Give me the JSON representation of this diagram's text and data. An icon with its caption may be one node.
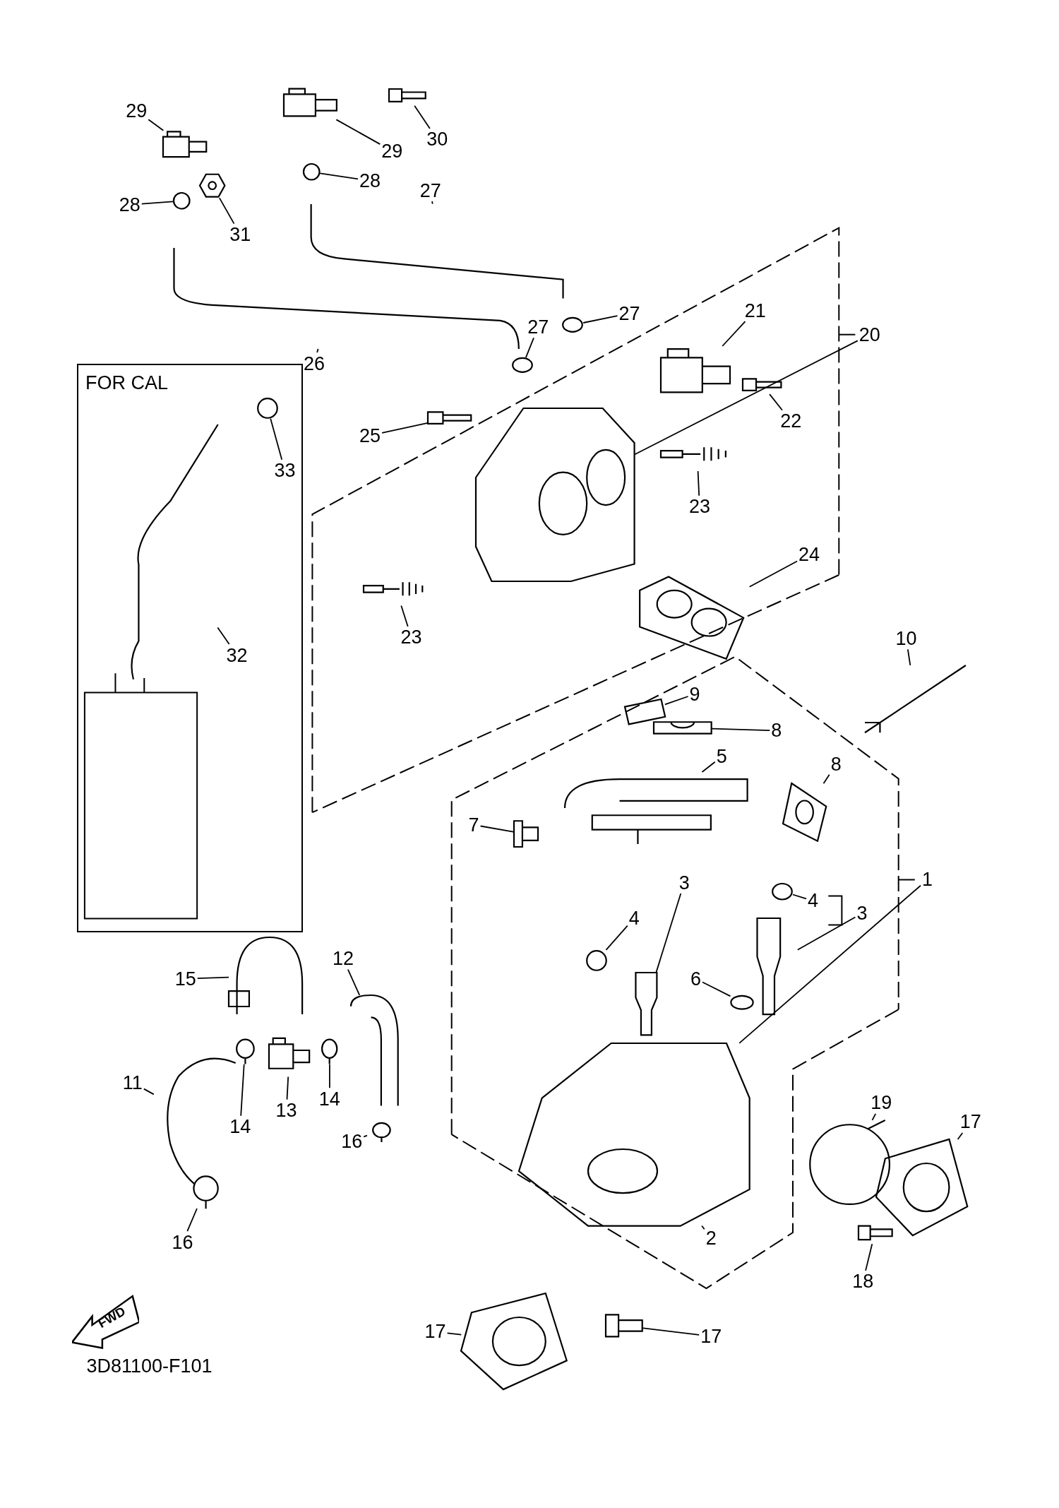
{
  "diagram": {
    "nodes": [
      {
        "text": [
          "29"
        ]
      },
      {
        "text": [],
        "shape": "picture"
      },
      {
        "text": [
          "29"
        ]
      },
      {
        "text": [],
        "shape": "picture"
      },
      {
        "text": [
          "30"
        ]
      },
      {
        "text": [],
        "shape": "picture"
      },
      {
        "text": [
          "28"
        ]
      },
      {
        "text": [],
        "shape": "circle"
      },
      {
        "text": [
          "28"
        ]
      },
      {
        "text": [],
        "shape": "circle"
      },
      {
        "text": [
          "31"
        ]
      },
      {
        "text": [],
        "shape": "picture"
      },
      {
        "text": [
          "27"
        ]
      },
      {
        "text": [],
        "shape": "picture"
      },
      {
        "text": [
          "26"
        ]
      },
      {
        "text": [],
        "shape": "picture"
      },
      {
        "text": [
          "27"
        ]
      },
      {
        "text": [],
        "shape": "circle"
      },
      {
        "text": [
          "27"
        ]
      },
      {
        "text": [],
        "shape": "circle"
      },
      {
        "text": [
          "21"
        ]
      },
      {
        "text": [],
        "shape": "picture"
      },
      {
        "text": [
          "22"
        ]
      },
      {
        "text": [],
        "shape": "picture"
      },
      {
        "text": [
          "20"
        ]
      },
      {
        "text": [],
        "shape": "picture"
      },
      {
        "text": [
          "25"
        ]
      },
      {
        "text": [],
        "shape": "picture"
      },
      {
        "text": [
          "23"
        ]
      },
      {
        "text": [],
        "shape": "picture"
      },
      {
        "text": [
          "23"
        ]
      },
      {
        "text": [],
        "shape": "picture"
      },
      {
        "text": [
          "24"
        ]
      },
      {
        "text": [],
        "shape": "picture"
      },
      {
        "text": [
          "FOR CAL"
        ]
      },
      {
        "text": [
          "33"
        ],
        "in": 34
      },
      {
        "text": [],
        "shape": "circle",
        "in": 34
      },
      {
        "text": [
          "32"
        ],
        "in": 34
      },
      {
        "text": [],
        "shape": "picture",
        "in": 34
      },
      {
        "text": [
          "10"
        ]
      },
      {
        "text": [],
        "shape": "picture"
      },
      {
        "text": [
          "9"
        ]
      },
      {
        "text": [],
        "shape": "picture"
      },
      {
        "text": [
          "8"
        ]
      },
      {
        "text": [],
        "shape": "picture"
      },
      {
        "text": [
          "5"
        ]
      },
      {
        "text": [],
        "shape": "picture"
      },
      {
        "text": [
          "8"
        ]
      },
      {
        "text": [],
        "shape": "picture"
      },
      {
        "text": [
          "7"
        ]
      },
      {
        "text": [],
        "shape": "picture"
      },
      {
        "text": [
          "3"
        ]
      },
      {
        "text": [],
        "shape": "picture"
      },
      {
        "text": [
          "4"
        ]
      },
      {
        "text": [],
        "shape": "circle"
      },
      {
        "text": [
          "4"
        ]
      },
      {
        "text": [],
        "shape": "circle"
      },
      {
        "text": [
          "3"
        ]
      },
      {
        "text": [],
        "shape": "picture"
      },
      {
        "text": [
          "6"
        ]
      },
      {
        "text": [],
        "shape": "circle"
      },
      {
        "text": [
          "1"
        ]
      },
      {
        "text": [
          "15"
        ]
      },
      {
        "text": [],
        "shape": "picture"
      },
      {
        "text": [
          "12"
        ]
      },
      {
        "text": [],
        "shape": "picture"
      },
      {
        "text": [
          "11"
        ]
      },
      {
        "text": [],
        "shape": "picture"
      },
      {
        "text": [
          "14"
        ]
      },
      {
        "text": [],
        "shape": "picture"
      },
      {
        "text": [
          "13"
        ]
      },
      {
        "text": [],
        "shape": "picture"
      },
      {
        "text": [
          "14"
        ]
      },
      {
        "text": [],
        "shape": "picture"
      },
      {
        "text": [
          "16"
        ]
      },
      {
        "text": [],
        "shape": "picture"
      },
      {
        "text": [
          "16"
        ]
      },
      {
        "text": [],
        "shape": "picture"
      },
      {
        "text": [
          "2"
        ]
      },
      {
        "text": [],
        "shape": "picture"
      },
      {
        "text": [
          "19"
        ]
      },
      {
        "text": [],
        "shape": "picture"
      },
      {
        "text": [
          "17"
        ]
      },
      {
        "text": [],
        "shape": "picture"
      },
      {
        "text": [
          "18"
        ]
      },
      {
        "text": [],
        "shape": "picture"
      },
      {
        "text": [
          "17"
        ]
      },
      {
        "text": [],
        "shape": "picture"
      },
      {
        "text": [
          "17"
        ]
      },
      {
        "text": [],
        "shape": "picture"
      },
      {
        "text": [
          "FWD"
        ]
      }
    ],
    "edges": [
      {
        "from": 0,
        "to": 1,
        "arrow": "none"
      },
      {
        "from": 2,
        "to": 3,
        "arrow": "none"
      },
      {
        "from": 4,
        "to": 5,
        "arrow": "none"
      },
      {
        "from": 6,
        "to": 7,
        "arrow": "none"
      },
      {
        "from": 8,
        "to": 9,
        "arrow": "none"
      },
      {
        "from": 10,
        "to": 11,
        "arrow": "none"
      },
      {
        "from": 12,
        "to": 13,
        "arrow": "none"
      },
      {
        "from": 14,
        "to": 15,
        "arrow": "none"
      },
      {
        "from": 16,
        "to": 17,
        "arrow": "none"
      },
      {
        "from": 18,
        "to": 19,
        "arrow": "none"
      },
      {
        "from": 20,
        "to": 21,
        "arrow": "none"
      },
      {
        "from": 22,
        "to": 23,
        "arrow": "none"
      },
      {
        "from": 24,
        "to": 25,
        "arrow": "none"
      },
      {
        "from": 26,
        "to": 27,
        "arrow": "none"
      },
      {
        "from": 28,
        "to": 29,
        "arrow": "none"
      },
      {
        "from": 30,
        "to": 31,
        "arrow": "none"
      },
      {
        "from": 32,
        "to": 33,
        "arrow": "none"
      },
      {
        "from": 35,
        "to": 36,
        "arrow": "none"
      },
      {
        "from": 37,
        "to": 38,
        "arrow": "none"
      },
      {
        "from": 39,
        "to": 40,
        "arrow": "none"
      },
      {
        "from": 41,
        "to": 42,
        "arrow": "none"
      },
      {
        "from": 43,
        "to": 44,
        "arrow": "none"
      },
      {
        "from": 45,
        "to": 46,
        "arrow": "none"
      },
      {
        "from": 47,
        "to": 48,
        "arrow": "none"
      },
      {
        "from": 49,
        "to": 50,
        "arrow": "none"
      },
      {
        "from": 51,
        "to": 52,
        "arrow": "none"
      },
      {
        "from": 53,
        "to": 54,
        "arrow": "none"
      },
      {
        "from": 55,
        "to": 56,
        "arrow": "none"
      },
      {
        "from": 57,
        "to": 58,
        "arrow": "none"
      },
      {
        "from": 59,
        "to": 60,
        "arrow": "none"
      },
      {
        "from": 61,
        "to": 79,
        "arrow": "none"
      },
      {
        "from": 62,
        "to": 63,
        "arrow": "none"
      },
      {
        "from": 64,
        "to": 65,
        "arrow": "none"
      },
      {
        "from": 66,
        "to": 67,
        "arrow": "none"
      },
      {
        "from": 68,
        "to": 69,
        "arrow": "none"
      },
      {
        "from": 70,
        "to": 71,
        "arrow": "none"
      },
      {
        "from": 72,
        "to": 73,
        "arrow": "none"
      },
      {
        "from": 74,
        "to": 75,
        "arrow": "none"
      },
      {
        "from": 76,
        "to": 77,
        "arrow": "none"
      },
      {
        "from": 78,
        "to": 79,
        "arrow": "none"
      },
      {
        "from": 80,
        "to": 81,
        "arrow": "none"
      },
      {
        "from": 82,
        "to": 83,
        "arrow": "none"
      },
      {
        "from": 84,
        "to": 85,
        "arrow": "none"
      },
      {
        "from": 86,
        "to": 87,
        "arrow": "none"
      },
      {
        "from": 88,
        "to": 89,
        "arrow": "none"
      }
    ],
    "labels": [
      "3D81100-F101"
    ]
  }
}
